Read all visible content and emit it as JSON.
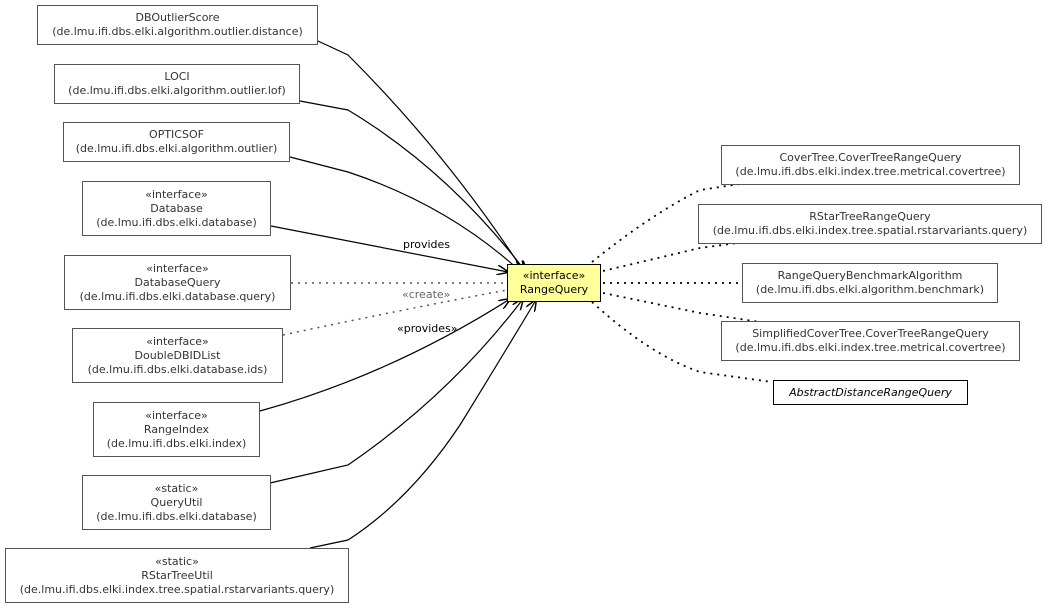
{
  "center": {
    "stereotype": "«interface»",
    "name": "RangeQuery"
  },
  "left_nodes": [
    {
      "id": "dboutlierscore",
      "stereotype": "",
      "name": "DBOutlierScore",
      "pkg": "(de.lmu.ifi.dbs.elki.algorithm.outlier.distance)"
    },
    {
      "id": "loci",
      "stereotype": "",
      "name": "LOCI",
      "pkg": "(de.lmu.ifi.dbs.elki.algorithm.outlier.lof)"
    },
    {
      "id": "opticsof",
      "stereotype": "",
      "name": "OPTICSOF",
      "pkg": "(de.lmu.ifi.dbs.elki.algorithm.outlier)"
    },
    {
      "id": "database",
      "stereotype": "«interface»",
      "name": "Database",
      "pkg": "(de.lmu.ifi.dbs.elki.database)"
    },
    {
      "id": "databasequery",
      "stereotype": "«interface»",
      "name": "DatabaseQuery",
      "pkg": "(de.lmu.ifi.dbs.elki.database.query)"
    },
    {
      "id": "doubledbidlist",
      "stereotype": "«interface»",
      "name": "DoubleDBIDList",
      "pkg": "(de.lmu.ifi.dbs.elki.database.ids)"
    },
    {
      "id": "rangeindex",
      "stereotype": "«interface»",
      "name": "RangeIndex",
      "pkg": "(de.lmu.ifi.dbs.elki.index)"
    },
    {
      "id": "queryutil",
      "stereotype": "«static»",
      "name": "QueryUtil",
      "pkg": "(de.lmu.ifi.dbs.elki.database)"
    },
    {
      "id": "rstartreeutil",
      "stereotype": "«static»",
      "name": "RStarTreeUtil",
      "pkg": "(de.lmu.ifi.dbs.elki.index.tree.spatial.rstarvariants.query)"
    }
  ],
  "right_nodes": [
    {
      "id": "covertreerangequery",
      "name": "CoverTree.CoverTreeRangeQuery",
      "pkg": "(de.lmu.ifi.dbs.elki.index.tree.metrical.covertree)"
    },
    {
      "id": "rstartreerangequery",
      "name": "RStarTreeRangeQuery",
      "pkg": "(de.lmu.ifi.dbs.elki.index.tree.spatial.rstarvariants.query)"
    },
    {
      "id": "rangequerybenchmark",
      "name": "RangeQueryBenchmarkAlgorithm",
      "pkg": "(de.lmu.ifi.dbs.elki.algorithm.benchmark)"
    },
    {
      "id": "simplifiedcovertree",
      "name": "SimplifiedCoverTree.CoverTreeRangeQuery",
      "pkg": "(de.lmu.ifi.dbs.elki.index.tree.metrical.covertree)"
    },
    {
      "id": "abstractdistancerangequery",
      "name": "AbstractDistanceRangeQuery",
      "pkg": ""
    }
  ],
  "edge_labels": {
    "provides": "provides",
    "create": "«create»",
    "provides_stereo": "«provides»"
  }
}
